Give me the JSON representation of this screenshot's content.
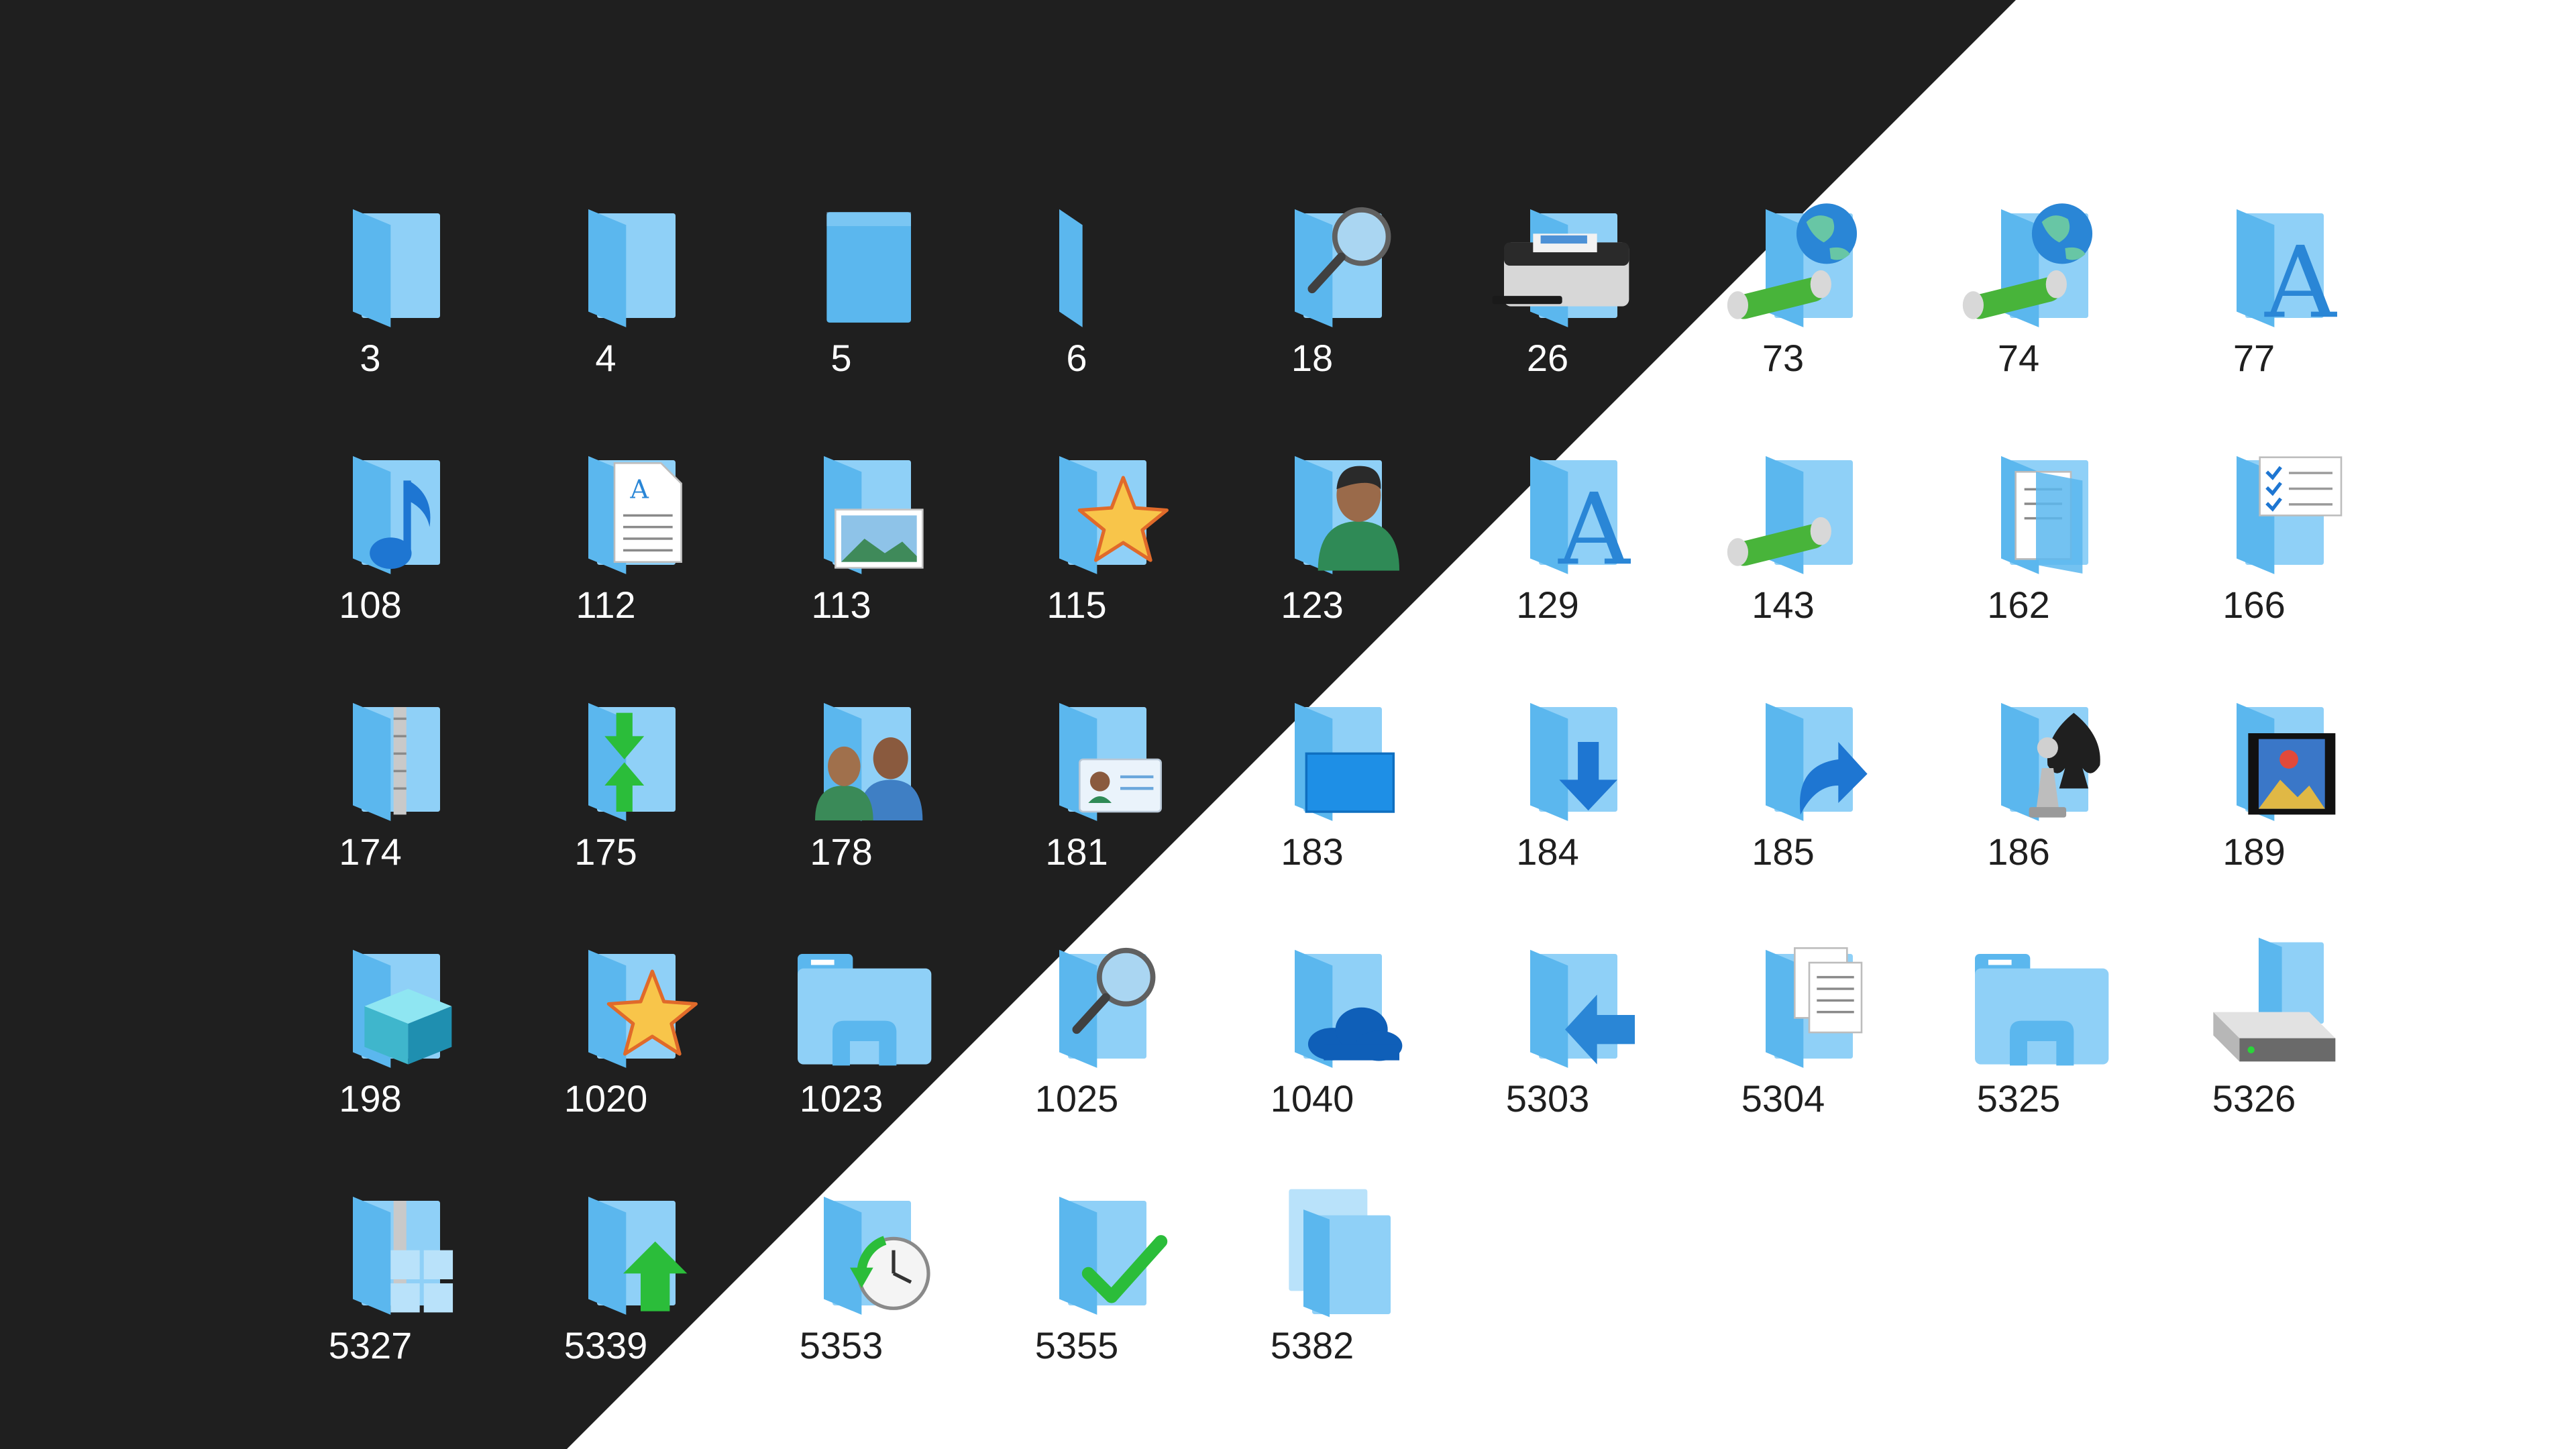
{
  "colors": {
    "dark_background": "#1f1f1f",
    "light_background": "#ffffff",
    "folder_back": "#8fd0f7",
    "folder_front": "#5bb7ee",
    "label_on_dark": "#ffffff",
    "label_on_light": "#1f1f1f"
  },
  "icons": [
    {
      "label": "3",
      "icon": "folder-icon"
    },
    {
      "label": "4",
      "icon": "folder-icon"
    },
    {
      "label": "5",
      "icon": "folder-closed-icon"
    },
    {
      "label": "6",
      "icon": "folder-edge-icon"
    },
    {
      "label": "18",
      "icon": "folder-search-icon"
    },
    {
      "label": "26",
      "icon": "folder-printer-icon"
    },
    {
      "label": "73",
      "icon": "folder-network-icon"
    },
    {
      "label": "74",
      "icon": "folder-network-icon"
    },
    {
      "label": "77",
      "icon": "folder-fonts-icon"
    },
    {
      "label": "108",
      "icon": "folder-music-icon"
    },
    {
      "label": "112",
      "icon": "folder-documents-icon"
    },
    {
      "label": "113",
      "icon": "folder-pictures-icon"
    },
    {
      "label": "115",
      "icon": "folder-favorites-icon"
    },
    {
      "label": "123",
      "icon": "folder-user-icon"
    },
    {
      "label": "129",
      "icon": "folder-fonts-icon"
    },
    {
      "label": "143",
      "icon": "folder-network-link-icon"
    },
    {
      "label": "162",
      "icon": "folder-open-documents-icon"
    },
    {
      "label": "166",
      "icon": "folder-tasks-icon"
    },
    {
      "label": "174",
      "icon": "folder-zip-icon"
    },
    {
      "label": "175",
      "icon": "folder-sync-icon"
    },
    {
      "label": "178",
      "icon": "folder-users-icon"
    },
    {
      "label": "181",
      "icon": "folder-contacts-icon"
    },
    {
      "label": "183",
      "icon": "folder-desktop-icon"
    },
    {
      "label": "184",
      "icon": "folder-downloads-icon"
    },
    {
      "label": "185",
      "icon": "folder-shortcut-icon"
    },
    {
      "label": "186",
      "icon": "folder-games-icon"
    },
    {
      "label": "189",
      "icon": "folder-videos-icon"
    },
    {
      "label": "198",
      "icon": "folder-3d-objects-icon"
    },
    {
      "label": "1020",
      "icon": "folder-favorites-icon"
    },
    {
      "label": "1023",
      "icon": "file-explorer-icon"
    },
    {
      "label": "1025",
      "icon": "folder-search-icon"
    },
    {
      "label": "1040",
      "icon": "folder-onedrive-icon"
    },
    {
      "label": "5303",
      "icon": "folder-back-arrow-icon"
    },
    {
      "label": "5304",
      "icon": "folder-pages-icon"
    },
    {
      "label": "5325",
      "icon": "file-explorer-icon"
    },
    {
      "label": "5326",
      "icon": "drive-icon"
    },
    {
      "label": "5327",
      "icon": "folder-zip-apps-icon"
    },
    {
      "label": "5339",
      "icon": "folder-upload-icon"
    },
    {
      "label": "5353",
      "icon": "folder-history-icon"
    },
    {
      "label": "5355",
      "icon": "folder-check-icon"
    },
    {
      "label": "5382",
      "icon": "folder-copy-icon"
    }
  ]
}
